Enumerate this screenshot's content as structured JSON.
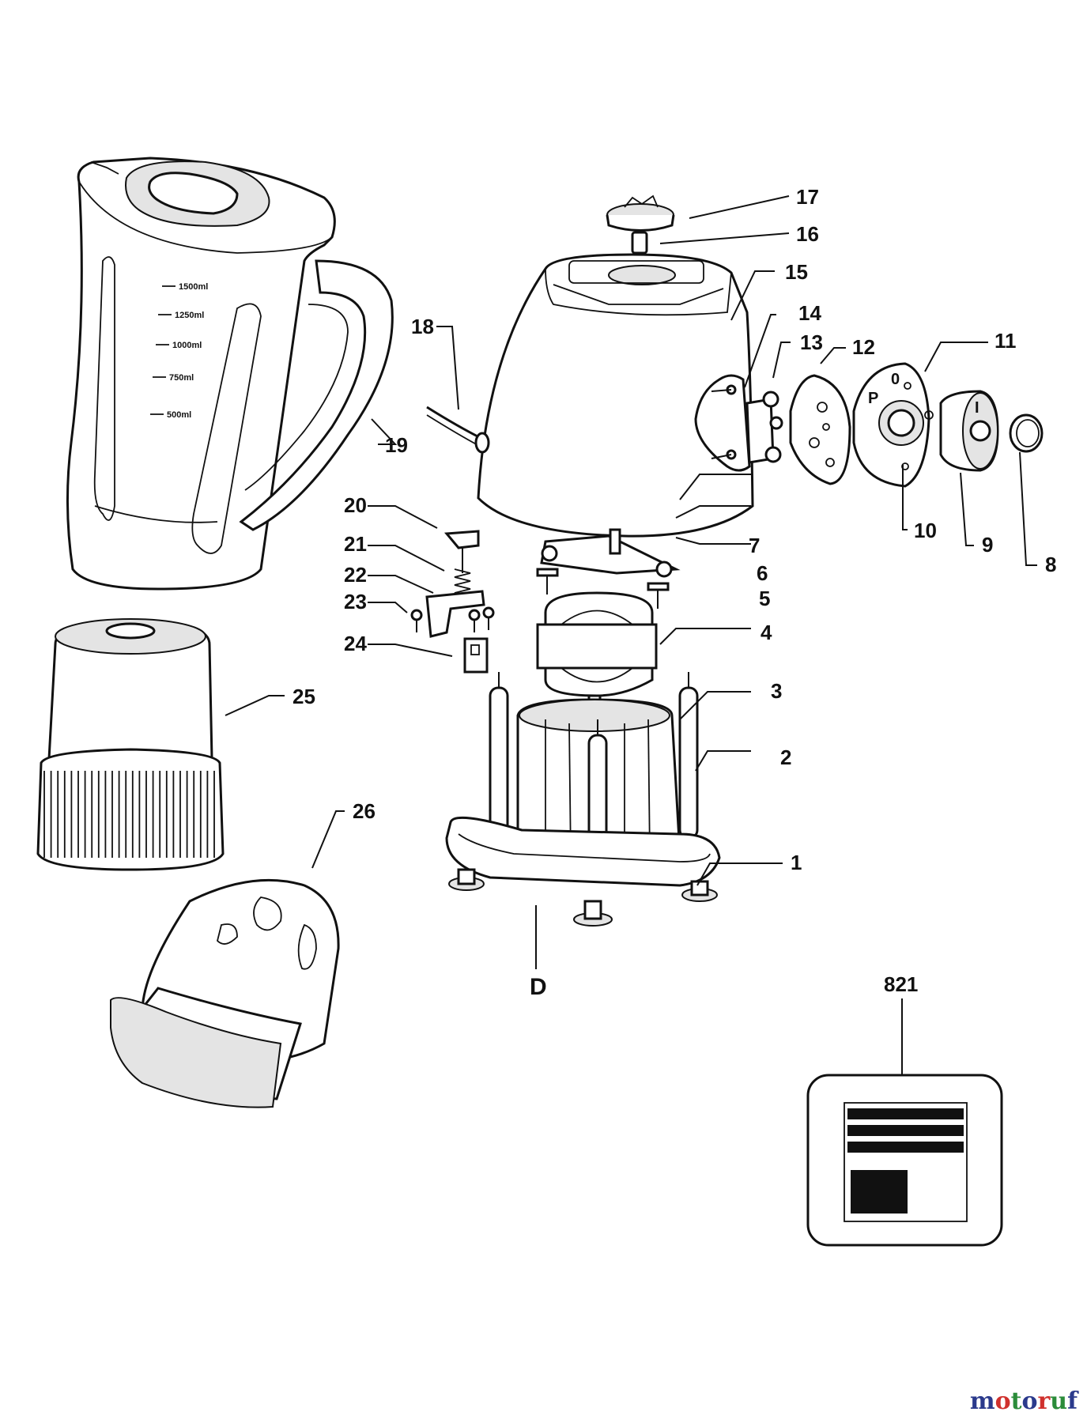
{
  "labels": {
    "l1": "1",
    "l2": "2",
    "l3": "3",
    "l4": "4",
    "l5": "5",
    "l6": "6",
    "l7": "7",
    "l8": "8",
    "l9": "9",
    "l10": "10",
    "l11": "11",
    "l12": "12",
    "l13": "13",
    "l14": "14",
    "l15": "15",
    "l16": "16",
    "l17": "17",
    "l18": "18",
    "l19": "19",
    "l20": "20",
    "l21": "21",
    "l22": "22",
    "l23": "23",
    "l24": "24",
    "l25": "25",
    "l26": "26",
    "lD": "D",
    "l821": "821"
  },
  "jug_marks": {
    "m1500": "1500ml",
    "m1250": "1250ml",
    "m1000": "1000ml",
    "m750": "750ml",
    "m500": "500ml"
  },
  "dial_marks": {
    "p": "P",
    "zero": "0",
    "one": "I"
  },
  "watermark": {
    "text": "motoruf",
    "letters": [
      "m",
      "o",
      "t",
      "o",
      "r",
      "u",
      "f"
    ],
    "colors": [
      "#2b3a8c",
      "#d0312d",
      "#2b8c3a",
      "#2b3a8c",
      "#d0312d",
      "#2b8c3a",
      "#2b3a8c"
    ]
  }
}
